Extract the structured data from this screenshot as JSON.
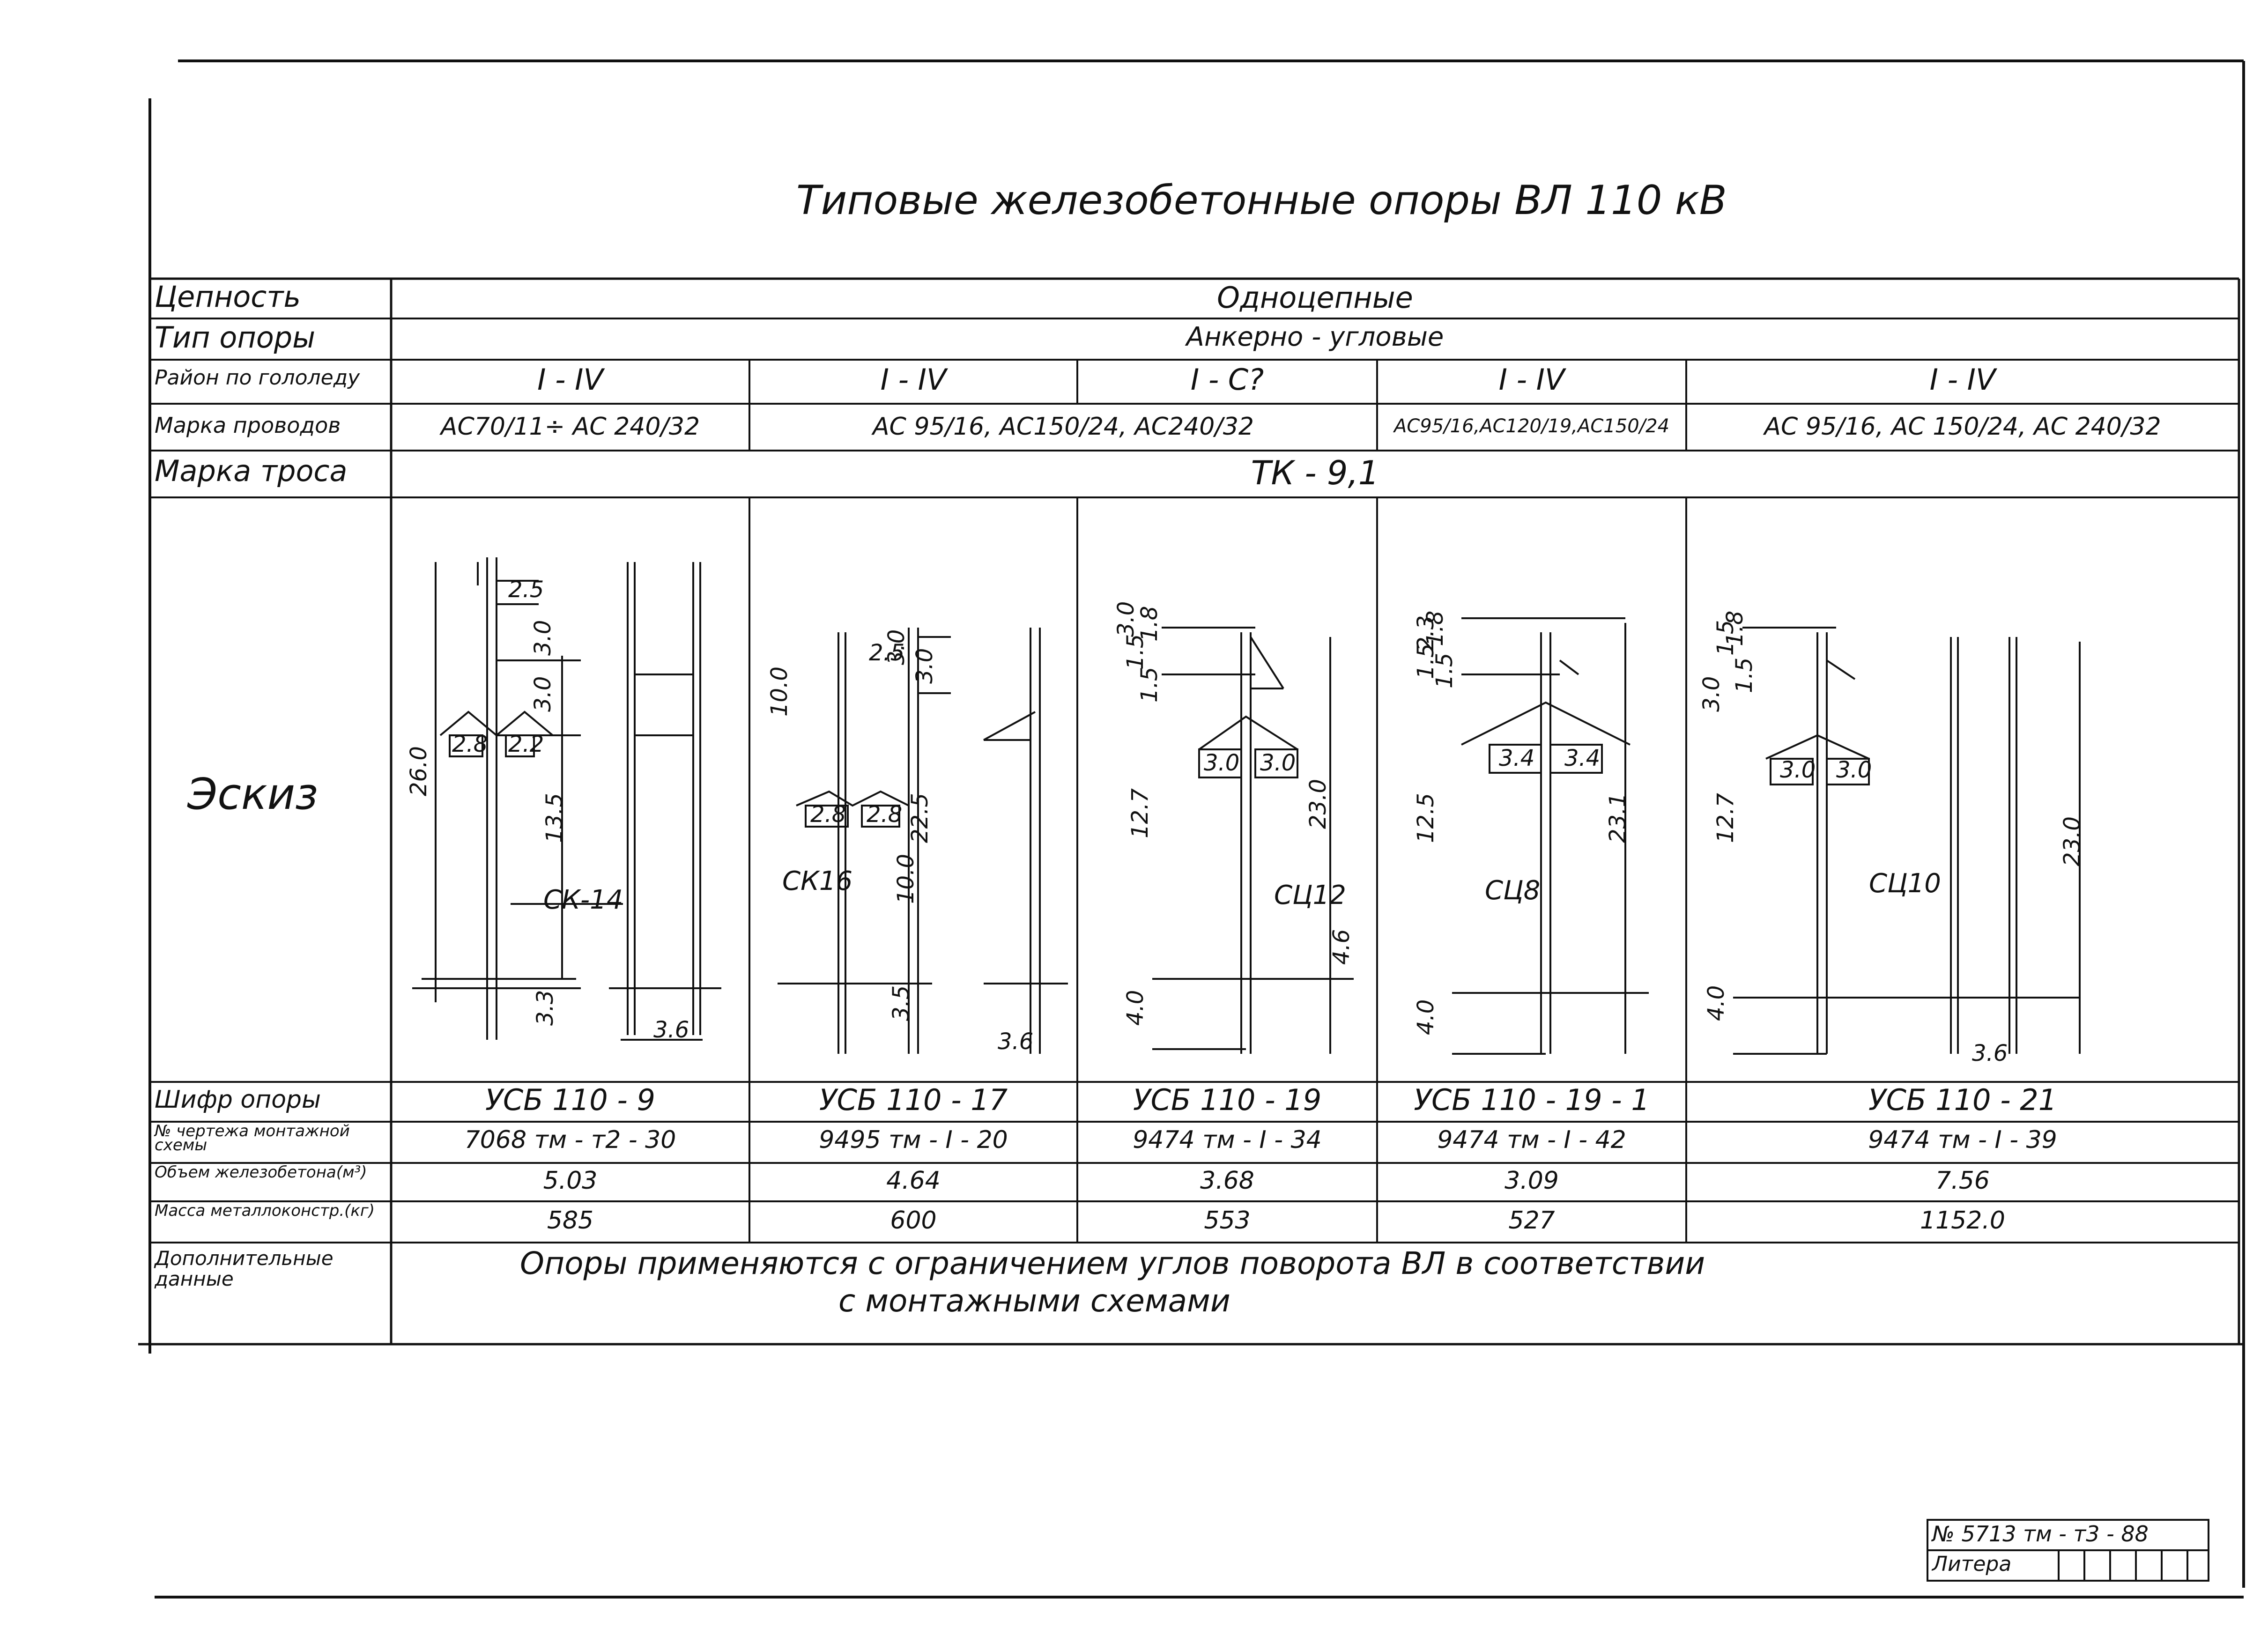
{
  "title": "Типовые железобетонные опоры ВЛ 110 кВ",
  "rows": {
    "chain": {
      "label": "Цепность",
      "value": "Одноцепные"
    },
    "type": {
      "label": "Тип опоры",
      "value": "Анкерно - угловые"
    },
    "ice": {
      "label": "Район по гололеду",
      "values": [
        "I - IV",
        "I - IV",
        "I - C?",
        "I - IV",
        "I - IV"
      ]
    },
    "wire": {
      "label": "Марка проводов",
      "values": [
        "АС70/11÷ АС 240/32",
        "АС 95/16, АС150/24, АС240/32",
        "АС95/16,АС120/19,АС150/24",
        "АС 95/16, АС 150/24, АС 240/32"
      ]
    },
    "cable": {
      "label": "Марка троса",
      "value": "ТК - 9,1"
    },
    "sketch": {
      "label": "Эскиз"
    },
    "code": {
      "label": "Шифр опоры",
      "values": [
        "УСБ 110 - 9",
        "УСБ 110 - 17",
        "УСБ 110 - 19",
        "УСБ 110 - 19 - 1",
        "УСБ 110 - 21"
      ]
    },
    "drawing": {
      "label": "№ чертежа монтажной схемы",
      "values": [
        "7068 тм - т2 - 30",
        "9495 тм - I - 20",
        "9474 тм - I - 34",
        "9474 тм - I - 42",
        "9474 тм - I - 39"
      ]
    },
    "volume": {
      "label": "Объем железобетона(м³)",
      "values": [
        "5.03",
        "4.64",
        "3.68",
        "3.09",
        "7.56"
      ]
    },
    "mass": {
      "label": "Масса металлоконстр.(кг)",
      "values": [
        "585",
        "600",
        "553",
        "527",
        "1152.0"
      ]
    },
    "extra": {
      "label": "Дополнительные данные",
      "line1": "Опоры применяются с ограничением углов поворота ВЛ в соответствии",
      "line2": "с монтажными схемами"
    }
  },
  "sketches": [
    {
      "rack": "СК-14",
      "dims": [
        "2.5",
        "3.0",
        "3.0",
        "2.8",
        "2.2",
        "26.0",
        "13.5",
        "3.3",
        "3.6"
      ]
    },
    {
      "rack": "СК16",
      "dims": [
        "2.5",
        "3.0",
        "3.0",
        "10.0",
        "2.8",
        "2.8",
        "22.5",
        "10.0",
        "3.5",
        "3.6"
      ]
    },
    {
      "rack": "СЦ12",
      "dims": [
        "3.0",
        "1.5",
        "1.8",
        "1.5",
        "3.0",
        "3.0",
        "12.7",
        "23.0",
        "4.0",
        "4.6"
      ]
    },
    {
      "rack": "СЦ8",
      "dims": [
        "2.3",
        "1.5",
        "1.8",
        "1.5",
        "3.4",
        "3.4",
        "12.5",
        "23.1",
        "4.0"
      ]
    },
    {
      "rack": "СЦ10",
      "dims": [
        "3.0",
        "1.5",
        "1.8",
        "1.5",
        "3.0",
        "3.0",
        "12.7",
        "23.0",
        "4.0",
        "3.6"
      ]
    }
  ],
  "stamp": {
    "doc_number": "№ 5713 тм - т3 - 88",
    "litera": "Литера"
  }
}
